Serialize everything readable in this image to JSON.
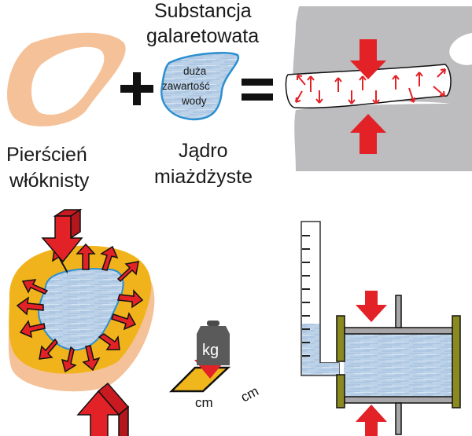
{
  "labels": {
    "annulus_line1": "Pierścień",
    "annulus_line2": "włóknisty",
    "gel_line1": "Substancja",
    "gel_line2": "galaretowata",
    "nucleus_line1": "Jądro",
    "nucleus_line2": "miażdżyste",
    "water_line1": "duża",
    "water_line2": "zawartość",
    "water_line3": "wody",
    "plus": "+",
    "equals": "=",
    "weight_unit": "kg",
    "area_unit_1": "cm",
    "area_unit_2": "cm"
  },
  "colors": {
    "annulus": "#f5c198",
    "annulus_top": "#f1b31c",
    "water": "#b8cfe6",
    "water_outline": "#2c8fd0",
    "vertebra": "#bdbcbe",
    "arrow_red": "#e32228",
    "piston_frame": "#8b8a20",
    "weight_metal": "#5a5a5a",
    "area_plate": "#f0b71d"
  },
  "manometer": {
    "tick_count": 10
  }
}
